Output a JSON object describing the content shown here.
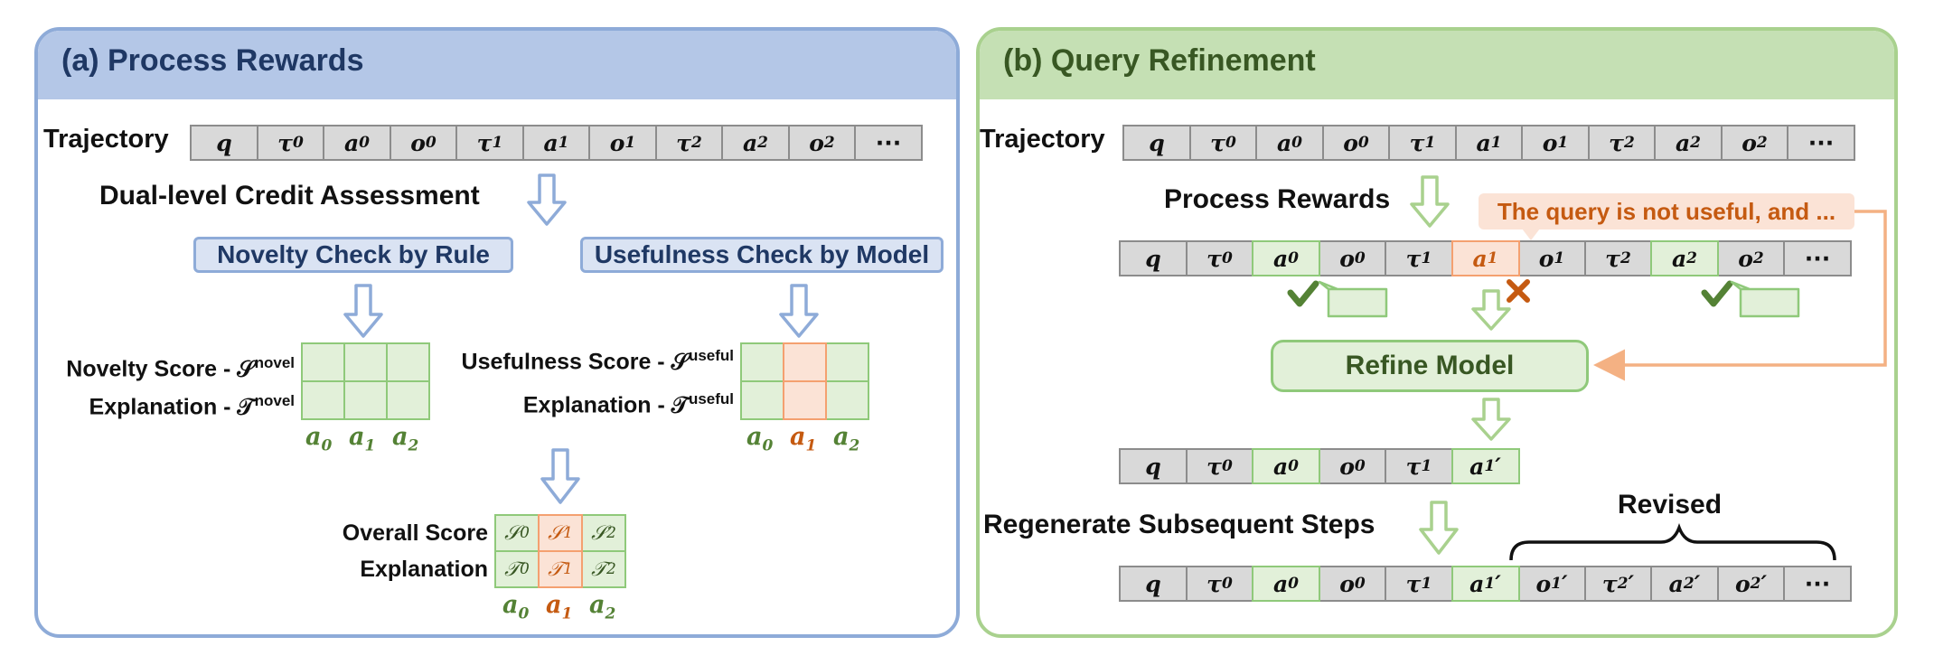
{
  "panel_a": {
    "title": "(a) Process Rewards",
    "trajectory_label": "Trajectory",
    "trajectory_cells": [
      "q",
      "τ0",
      "a0",
      "o0",
      "τ1",
      "a1",
      "o1",
      "τ2",
      "a2",
      "o2",
      "···"
    ],
    "dual_level_label": "Dual-level Credit Assessment",
    "novelty_box": "Novelty Check by Rule",
    "usefulness_box": "Usefulness Check by Model",
    "novelty_score_label": "Novelty Score - 𝒮",
    "novelty_score_sup": "novel",
    "novelty_expl_label": "Explanation - 𝒯",
    "novelty_expl_sup": "novel",
    "usefulness_score_label": "Usefulness Score - 𝒮",
    "usefulness_score_sup": "useful",
    "usefulness_expl_label": "Explanation - 𝒯",
    "usefulness_expl_sup": "useful",
    "action_labels": [
      "a0",
      "a1",
      "a2"
    ],
    "overall_score_label": "Overall Score",
    "overall_expl_label": "Explanation",
    "overall_scores": [
      "𝒮0",
      "𝒮1",
      "𝒮2"
    ],
    "overall_expls": [
      "𝒯0",
      "𝒯1",
      "𝒯2"
    ]
  },
  "panel_b": {
    "title": "(b) Query Refinement",
    "trajectory_label": "Trajectory",
    "trajectory_cells": [
      "q",
      "τ0",
      "a0",
      "o0",
      "τ1",
      "a1",
      "o1",
      "τ2",
      "a2",
      "o2",
      "···"
    ],
    "process_rewards_label": "Process Rewards",
    "feedback_text": "The query is not useful, and ...",
    "rewarded_cells": [
      "q",
      "τ0",
      "a0",
      "o0",
      "τ1",
      "a1",
      "o1",
      "τ2",
      "a2",
      "o2",
      "···"
    ],
    "refine_model_label": "Refine Model",
    "refined_cells": [
      "q",
      "τ0",
      "a0",
      "o0",
      "τ1",
      "a1′"
    ],
    "regenerate_label": "Regenerate Subsequent Steps",
    "revised_label": "Revised",
    "regenerated_cells": [
      "q",
      "τ0",
      "a0",
      "o0",
      "τ1",
      "a1′",
      "o1′",
      "τ2′",
      "a2′",
      "o2′",
      "···"
    ]
  },
  "colors": {
    "panel_a_border": "#8eabd8",
    "panel_a_header": "#b4c7e7",
    "panel_b_border": "#a9d18e",
    "panel_b_header": "#c5e0b4",
    "good_fill": "#e2f0d9",
    "good_stroke": "#8fc97a",
    "bad_fill": "#fbe3d6",
    "bad_stroke": "#f4a070",
    "bad_text": "#c55a11",
    "neutral_fill": "#d9d9d9"
  },
  "icons": [
    "down-arrow-icon",
    "check-icon",
    "cross-icon",
    "speech-bubble-icon",
    "curly-brace-icon"
  ]
}
